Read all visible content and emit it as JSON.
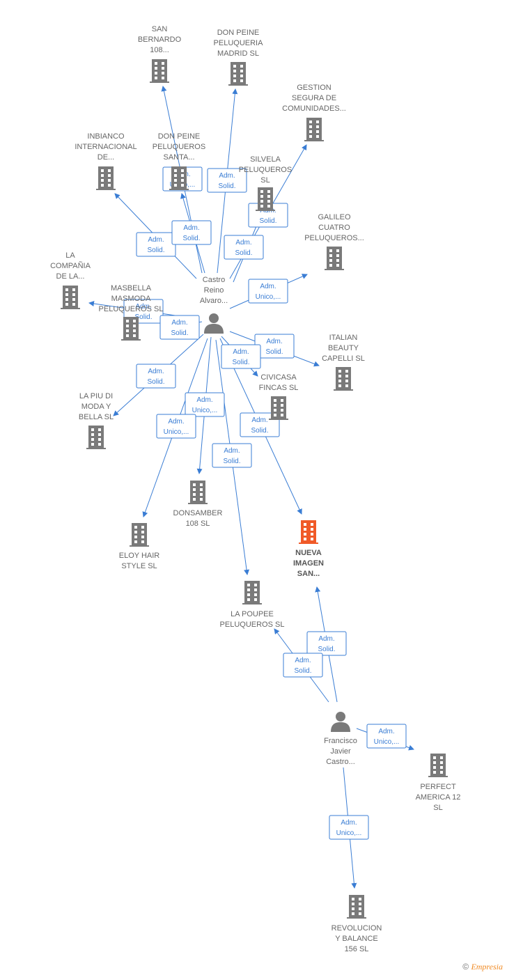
{
  "colors": {
    "edge": "#3a7dd4",
    "building": "#7a7a7a",
    "building_highlight": "#f05a28",
    "person": "#7a7a7a",
    "label": "#666666"
  },
  "nodes": [
    {
      "id": "castro_reino",
      "type": "person",
      "lines": [
        "Castro",
        "Reino",
        "Alvaro..."
      ]
    },
    {
      "id": "francisco",
      "type": "person",
      "lines": [
        "Francisco",
        "Javier",
        "Castro..."
      ]
    },
    {
      "id": "san_bernardo",
      "type": "company",
      "lines": [
        "SAN",
        "BERNARDO",
        "108..."
      ]
    },
    {
      "id": "don_peine_madrid",
      "type": "company",
      "lines": [
        "DON PEINE",
        "PELUQUERIA",
        "MADRID SL"
      ]
    },
    {
      "id": "gestion_segura",
      "type": "company",
      "lines": [
        "GESTION",
        "SEGURA DE",
        "COMUNIDADES..."
      ]
    },
    {
      "id": "inbianco",
      "type": "company",
      "lines": [
        "INBIANCO",
        "INTERNACIONAL",
        "DE..."
      ]
    },
    {
      "id": "don_peine_santa",
      "type": "company",
      "lines": [
        "DON PEINE",
        "PELUQUEROS",
        "SANTA..."
      ]
    },
    {
      "id": "silvela",
      "type": "company",
      "lines": [
        "SILVELA",
        "PELUQUEROS",
        "SL"
      ]
    },
    {
      "id": "galileo",
      "type": "company",
      "lines": [
        "GALILEO",
        "CUATRO",
        "PELUQUEROS..."
      ]
    },
    {
      "id": "la_compania",
      "type": "company",
      "lines": [
        "LA",
        "COMPAÑIA",
        "DE LA..."
      ]
    },
    {
      "id": "masbella",
      "type": "company",
      "lines": [
        "MASBELLA",
        "MASMODA",
        "PELUQUEROS SL"
      ]
    },
    {
      "id": "italian_beauty",
      "type": "company",
      "lines": [
        "ITALIAN",
        "BEAUTY",
        "CAPELLI  SL"
      ]
    },
    {
      "id": "civicasa",
      "type": "company",
      "lines": [
        "CIVICASA",
        "FINCAS SL"
      ]
    },
    {
      "id": "la_piu",
      "type": "company",
      "lines": [
        "LA PIU DI",
        "MODA Y",
        "BELLA SL"
      ]
    },
    {
      "id": "donsamber",
      "type": "company",
      "lines": [
        "DONSAMBER",
        "108  SL"
      ]
    },
    {
      "id": "eloy",
      "type": "company",
      "lines": [
        "ELOY HAIR",
        "STYLE  SL"
      ]
    },
    {
      "id": "nueva_imagen",
      "type": "company",
      "highlight": true,
      "lines": [
        "NUEVA",
        "IMAGEN",
        "SAN..."
      ]
    },
    {
      "id": "la_poupee",
      "type": "company",
      "lines": [
        "LA POUPEE",
        "PELUQUEROS SL"
      ]
    },
    {
      "id": "perfect_america",
      "type": "company",
      "lines": [
        "PERFECT",
        "AMERICA 12",
        "SL"
      ]
    },
    {
      "id": "revolucion",
      "type": "company",
      "lines": [
        "REVOLUCION",
        "Y BALANCE",
        "156  SL"
      ]
    }
  ],
  "edges": [
    {
      "from": "castro_reino",
      "to": "san_bernardo",
      "label": [
        "Adm.",
        "Unico,..."
      ]
    },
    {
      "from": "castro_reino",
      "to": "don_peine_madrid",
      "label": [
        "Adm.",
        "Solid."
      ]
    },
    {
      "from": "castro_reino",
      "to": "gestion_segura",
      "label": [
        "Adm.",
        "Solid."
      ]
    },
    {
      "from": "castro_reino",
      "to": "inbianco",
      "label": [
        "Adm.",
        "Solid."
      ]
    },
    {
      "from": "castro_reino",
      "to": "don_peine_santa",
      "label": [
        "Adm.",
        "Solid."
      ]
    },
    {
      "from": "castro_reino",
      "to": "silvela",
      "label": [
        "Adm.",
        "Solid."
      ]
    },
    {
      "from": "castro_reino",
      "to": "galileo",
      "label": [
        "Adm.",
        "Unico,..."
      ]
    },
    {
      "from": "castro_reino",
      "to": "la_compania",
      "label": [
        "Adm.",
        "Solid."
      ]
    },
    {
      "from": "castro_reino",
      "to": "masbella",
      "label": [
        "Adm.",
        "Solid."
      ]
    },
    {
      "from": "castro_reino",
      "to": "italian_beauty",
      "label": [
        "Adm.",
        "Solid."
      ]
    },
    {
      "from": "castro_reino",
      "to": "civicasa",
      "label": [
        "Adm.",
        "Solid."
      ]
    },
    {
      "from": "castro_reino",
      "to": "la_piu",
      "label": [
        "Adm.",
        "Solid."
      ]
    },
    {
      "from": "castro_reino",
      "to": "donsamber",
      "label": [
        "Adm.",
        "Unico,..."
      ]
    },
    {
      "from": "castro_reino",
      "to": "eloy",
      "label": [
        "Adm.",
        "Unico,..."
      ]
    },
    {
      "from": "castro_reino",
      "to": "nueva_imagen",
      "label": [
        "Adm.",
        "Solid."
      ]
    },
    {
      "from": "castro_reino",
      "to": "la_poupee",
      "label": [
        "Adm.",
        "Solid."
      ]
    },
    {
      "from": "francisco",
      "to": "nueva_imagen",
      "label": [
        "Adm.",
        "Solid."
      ]
    },
    {
      "from": "francisco",
      "to": "la_poupee",
      "label": [
        "Adm.",
        "Solid."
      ]
    },
    {
      "from": "francisco",
      "to": "perfect_america",
      "label": [
        "Adm.",
        "Unico,..."
      ]
    },
    {
      "from": "francisco",
      "to": "revolucion",
      "label": [
        "Adm.",
        "Unico,..."
      ]
    }
  ],
  "footer": {
    "copyright_symbol": "©",
    "brand": "Empresia"
  }
}
